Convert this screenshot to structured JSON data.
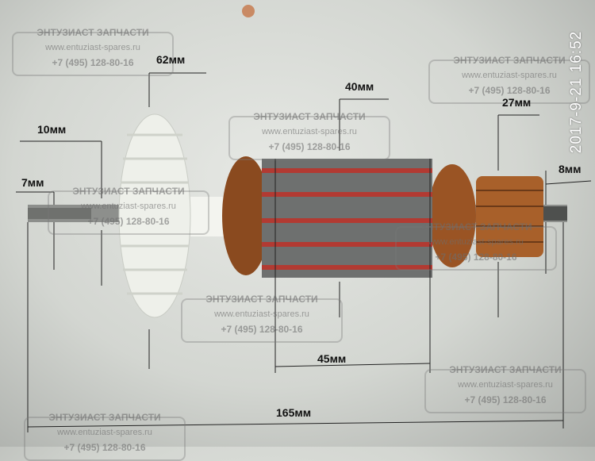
{
  "watermark": {
    "name": "ЭНТУЗИАСТ ЗАПЧАСТИ",
    "url": "www.entuziast-spares.ru",
    "phone": "+7 (495) 128-80-16"
  },
  "dimensions": {
    "fan_diameter": "62мм",
    "stack_diameter": "40мм",
    "shaft_10": "10мм",
    "commutator_diameter": "27мм",
    "shaft_end_left": "7мм",
    "shaft_end_right": "8мм",
    "stack_length": "45мм",
    "total_length": "165мм"
  },
  "timestamp": "2017-9-21 16:52"
}
